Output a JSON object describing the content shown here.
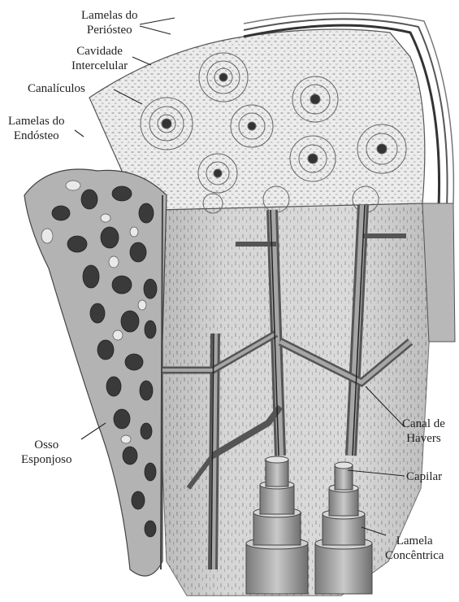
{
  "labels": {
    "periosteo_lamellae": [
      "Lamelas do",
      "Periósteo"
    ],
    "intercellular_cavity": [
      "Cavidade",
      "Intercelular"
    ],
    "canaliculi": [
      "Canalículos"
    ],
    "endosteo_lamellae": [
      "Lamelas do",
      "Endósteo"
    ],
    "spongy_bone": [
      "Osso",
      "Esponjoso"
    ],
    "haversian_canal": [
      "Canal de",
      "Havers"
    ],
    "capillary": [
      "Capilar"
    ],
    "concentric_lamella": [
      "Lamela",
      "Concêntrica"
    ]
  },
  "colors": {
    "background": "#ffffff",
    "bone_light": "#e2e2e2",
    "bone_mid": "#a9a9a9",
    "bone_dark": "#4a4a4a",
    "ink": "#222222"
  }
}
